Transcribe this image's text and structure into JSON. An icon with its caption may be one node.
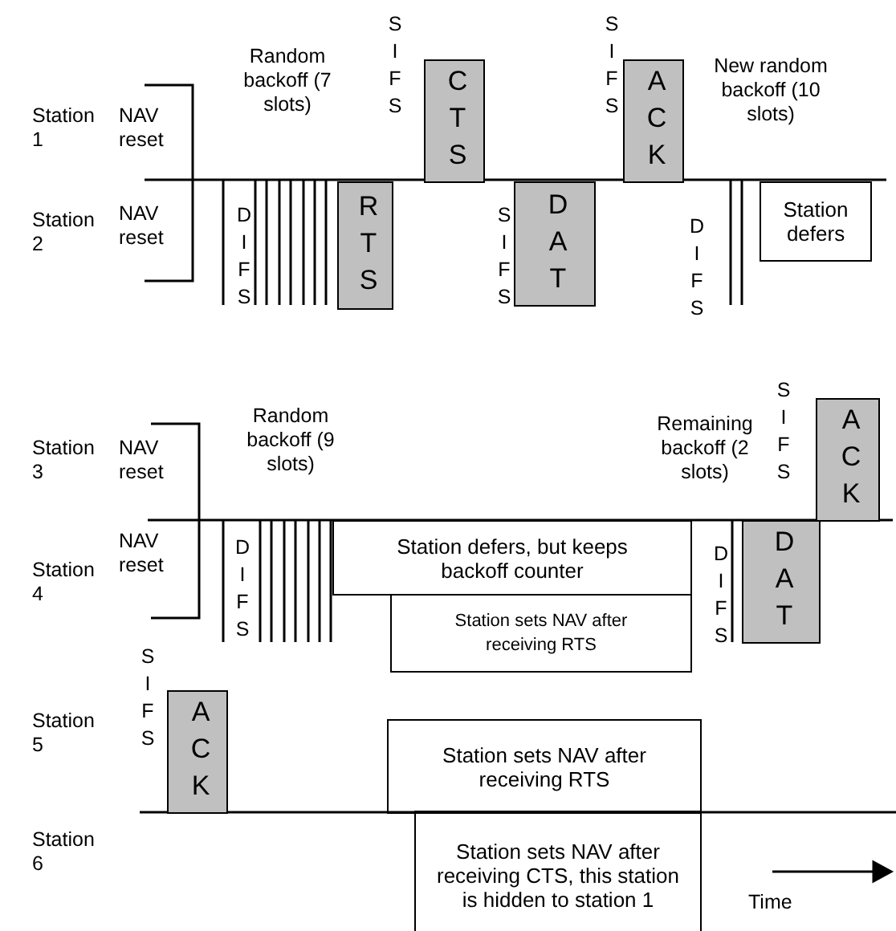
{
  "diagram": {
    "nodes": [
      {
        "text": [
          "CTS"
        ]
      },
      {
        "text": [
          "ACK"
        ]
      },
      {
        "text": [
          "RTS"
        ]
      },
      {
        "text": [
          "DAT"
        ]
      },
      {
        "text": [
          "Station defers"
        ]
      },
      {
        "text": [
          "ACK"
        ]
      },
      {
        "text": [
          "Station defers, but keeps backoff counter"
        ]
      },
      {
        "text": [
          "DAT"
        ]
      },
      {
        "text": [
          "Station sets NAV after receiving RTS"
        ]
      },
      {
        "text": [
          "ACK"
        ]
      },
      {
        "text": [
          "Station sets NAV after receiving RTS"
        ]
      },
      {
        "text": [
          "Station sets NAV after receiving CTS, this station is hidden to station 1"
        ]
      }
    ],
    "labels": [
      "SIFS",
      "SIFS",
      "Random backoff (7 slots)",
      "Station 1",
      "NAV reset",
      "New random backoff (10 slots)",
      "Station 2",
      "NAV reset",
      "DIFS",
      "SIFS",
      "DIFS",
      "SIFS",
      "Random backoff (9 slots)",
      "Remaining backoff (2 slots)",
      "Station 3",
      "NAV reset",
      "NAV reset",
      "Station 4",
      "DIFS",
      "DIFS",
      "SIFS",
      "Station 5",
      "Station 6",
      "Time"
    ]
  }
}
